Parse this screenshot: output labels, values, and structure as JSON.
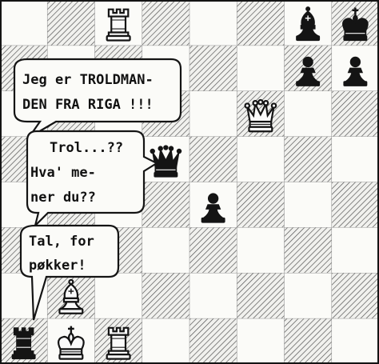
{
  "colors": {
    "light_square": "#fbfbf8",
    "dark_square_base": "#f1f1ee",
    "hatch": "#4a4a4a",
    "ink": "#141414",
    "white_piece": "#fafafa"
  },
  "board": {
    "files": 8,
    "ranks": 8,
    "pieces": [
      {
        "piece": "rook",
        "color": "white",
        "square": "c8"
      },
      {
        "piece": "bishop",
        "color": "black",
        "square": "g8"
      },
      {
        "piece": "king",
        "color": "black",
        "square": "h8"
      },
      {
        "piece": "pawn",
        "color": "black",
        "square": "g7"
      },
      {
        "piece": "pawn",
        "color": "black",
        "square": "h7"
      },
      {
        "piece": "queen",
        "color": "white",
        "square": "f6"
      },
      {
        "piece": "queen",
        "color": "black",
        "square": "d5"
      },
      {
        "piece": "pawn",
        "color": "black",
        "square": "e4"
      },
      {
        "piece": "bishop",
        "color": "white",
        "square": "b2"
      },
      {
        "piece": "rook",
        "color": "black",
        "square": "a1"
      },
      {
        "piece": "king",
        "color": "white",
        "square": "b1"
      },
      {
        "piece": "rook",
        "color": "white",
        "square": "c1"
      }
    ]
  },
  "speech": {
    "bubble1": {
      "line1": "Jeg er TROLDMAN-",
      "line2": "DEN FRA RIGA !!!"
    },
    "bubble2": {
      "line1": "Trol...??",
      "line2": "Hva' me-",
      "line3": "ner du??"
    },
    "bubble3": {
      "line1": "Tal, for",
      "line2": "pøkker!"
    }
  }
}
